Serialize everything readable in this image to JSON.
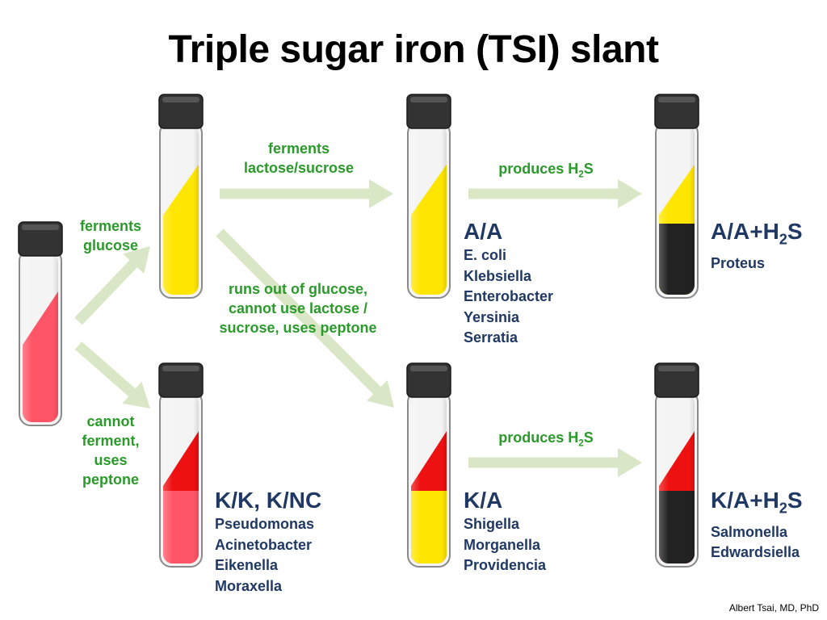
{
  "title": "Triple sugar iron (TSI) slant",
  "credit": "Albert Tsai, MD, PhD",
  "colors": {
    "arrow": "#d9e7c6",
    "label_green": "#2a9a2a",
    "result_navy": "#1f3864",
    "red": "#ee1111",
    "pink": "#ff5566",
    "yellow": "#ffe600",
    "black": "#222222",
    "cap": "#333333"
  },
  "tubes": [
    {
      "id": "start",
      "slant": "pink",
      "butt": "pink"
    },
    {
      "id": "glucose",
      "slant": "yellow",
      "butt": "yellow"
    },
    {
      "id": "aa",
      "slant": "yellow",
      "butt": "yellow"
    },
    {
      "id": "aah2s",
      "slant": "yellow",
      "butt": "black"
    },
    {
      "id": "kk",
      "slant": "red",
      "butt": "pink"
    },
    {
      "id": "ka",
      "slant": "red",
      "butt": "yellow"
    },
    {
      "id": "kah2s",
      "slant": "red",
      "butt": "black"
    }
  ],
  "labels": {
    "ferments_glucose": [
      "ferments",
      "glucose"
    ],
    "cannot_ferment": [
      "cannot",
      "ferment,",
      "uses",
      "peptone"
    ],
    "ferments_lactose": [
      "ferments",
      "lactose/sucrose"
    ],
    "runs_out": [
      "runs out of glucose,",
      "cannot use lactose /",
      "sucrose, uses peptone"
    ],
    "produces_h2s_top": {
      "text": "produces H",
      "sub": "2",
      "tail": "S"
    },
    "produces_h2s_bottom": {
      "text": "produces H",
      "sub": "2",
      "tail": "S"
    }
  },
  "results": {
    "aa": {
      "code": "A/A",
      "organisms": [
        "E. coli",
        "Klebsiella",
        "Enterobacter",
        "Yersinia",
        "Serratia"
      ]
    },
    "aah2s": {
      "code": "A/A+H",
      "sub": "2",
      "tail": "S",
      "organisms": [
        "Proteus"
      ]
    },
    "kk": {
      "code": "K/K, K/NC",
      "organisms": [
        "Pseudomonas",
        "Acinetobacter",
        "Eikenella",
        "Moraxella"
      ]
    },
    "ka": {
      "code": "K/A",
      "organisms": [
        "Shigella",
        "Morganella",
        "Providencia"
      ]
    },
    "kah2s": {
      "code": "K/A+H",
      "sub": "2",
      "tail": "S",
      "organisms": [
        "Salmonella",
        "Edwardsiella"
      ]
    }
  }
}
